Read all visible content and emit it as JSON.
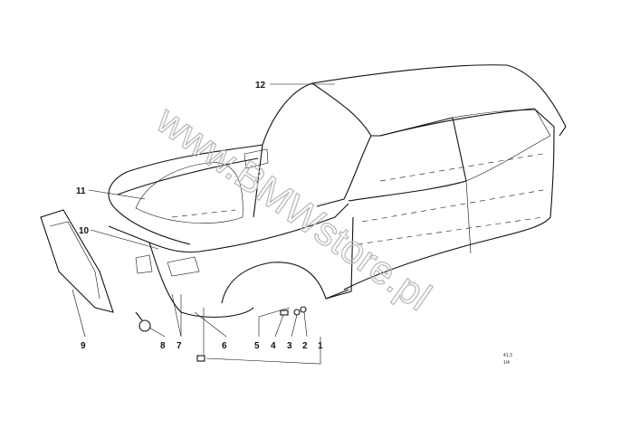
{
  "diagram": {
    "part_labels": [
      "1",
      "2",
      "3",
      "4",
      "5",
      "6",
      "7",
      "8",
      "9",
      "10",
      "11",
      "12"
    ],
    "watermark": "www.BMWstore.pl",
    "codes": [
      "41.3",
      "1/4"
    ]
  }
}
